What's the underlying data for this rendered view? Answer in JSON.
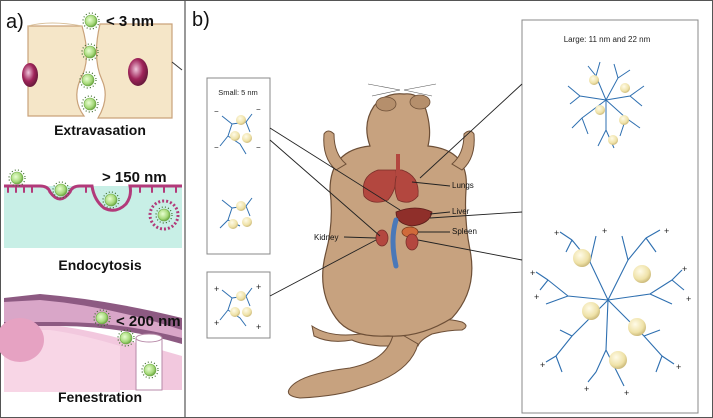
{
  "panel_a": {
    "label": "a)",
    "extravasation": {
      "size": "< 3 nm",
      "caption": "Extravasation"
    },
    "endocytosis": {
      "size": "> 150 nm",
      "caption": "Endocytosis"
    },
    "fenestration": {
      "size": "< 200 nm",
      "caption": "Fenestration"
    }
  },
  "panel_b": {
    "label": "b)",
    "small_box_title": "Small: 5 nm",
    "large_box_title": "Large: 11 nm and 22 nm",
    "organs": {
      "lungs": "Lungs",
      "liver": "Liver",
      "spleen": "Spleen",
      "kidney": "Kidney"
    },
    "charge_neg": "−",
    "charge_pos": "+"
  },
  "colors": {
    "cell": "#f5e6c8",
    "cell_outline": "#c9a27a",
    "nucleus": "#a0245a",
    "nanoparticle": "#a6d97a",
    "membrane": "#b23a7a",
    "cytoplasm": "#c8efe6",
    "vessel": "#d9a6c8",
    "vessel_dark": "#8d5a82",
    "mouse": "#c7a27f",
    "mouse_outline": "#6d4f37",
    "organ": "#b3473f",
    "dendrimer": "#2e6fb0",
    "core": "#efe4b3"
  }
}
